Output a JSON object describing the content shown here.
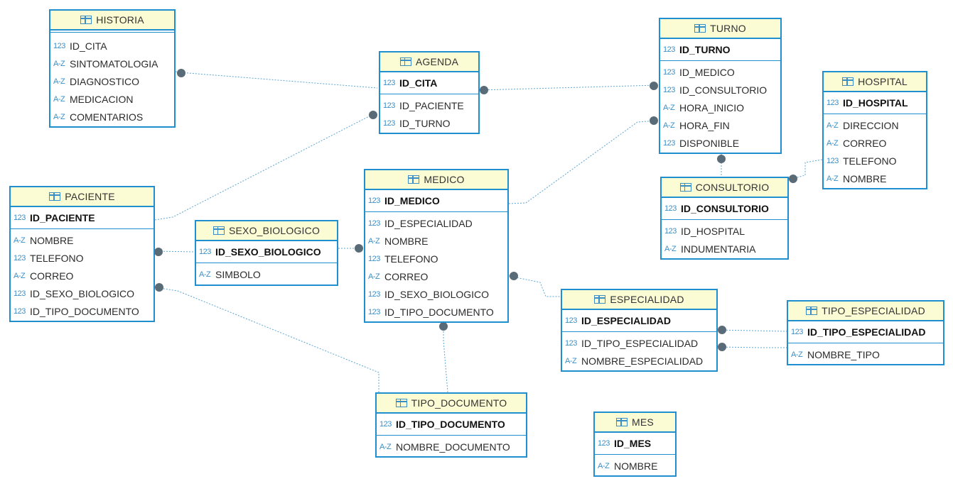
{
  "diagram": {
    "colors": {
      "border": "#1f8fd0",
      "header_bg": "#fbfbd4",
      "link": "#5ba7d3",
      "link_dot": "#5a6b78"
    },
    "type_icons": {
      "number": "123",
      "text": "A-Z"
    },
    "entities": {
      "historia": {
        "title": "HISTORIA",
        "columns": [
          {
            "name": "ID_CITA",
            "type": "number"
          },
          {
            "name": "SINTOMATOLOGIA",
            "type": "text"
          },
          {
            "name": "DIAGNOSTICO",
            "type": "text"
          },
          {
            "name": "MEDICACION",
            "type": "text"
          },
          {
            "name": "COMENTARIOS",
            "type": "text"
          }
        ]
      },
      "agenda": {
        "title": "AGENDA",
        "pk": {
          "name": "ID_CITA",
          "type": "number"
        },
        "columns": [
          {
            "name": "ID_PACIENTE",
            "type": "number"
          },
          {
            "name": "ID_TURNO",
            "type": "number"
          }
        ]
      },
      "turno": {
        "title": "TURNO",
        "pk": {
          "name": "ID_TURNO",
          "type": "number"
        },
        "columns": [
          {
            "name": "ID_MEDICO",
            "type": "number"
          },
          {
            "name": "ID_CONSULTORIO",
            "type": "number"
          },
          {
            "name": "HORA_INICIO",
            "type": "text"
          },
          {
            "name": "HORA_FIN",
            "type": "text"
          },
          {
            "name": "DISPONIBLE",
            "type": "number"
          }
        ]
      },
      "hospital": {
        "title": "HOSPITAL",
        "pk": {
          "name": "ID_HOSPITAL",
          "type": "number"
        },
        "columns": [
          {
            "name": "DIRECCION",
            "type": "text"
          },
          {
            "name": "CORREO",
            "type": "text"
          },
          {
            "name": "TELEFONO",
            "type": "number"
          },
          {
            "name": "NOMBRE",
            "type": "text"
          }
        ]
      },
      "consultorio": {
        "title": "CONSULTORIO",
        "pk": {
          "name": "ID_CONSULTORIO",
          "type": "number"
        },
        "columns": [
          {
            "name": "ID_HOSPITAL",
            "type": "number"
          },
          {
            "name": "INDUMENTARIA",
            "type": "text"
          }
        ]
      },
      "paciente": {
        "title": "PACIENTE",
        "pk": {
          "name": "ID_PACIENTE",
          "type": "number"
        },
        "columns": [
          {
            "name": "NOMBRE",
            "type": "text"
          },
          {
            "name": "TELEFONO",
            "type": "number"
          },
          {
            "name": "CORREO",
            "type": "text"
          },
          {
            "name": "ID_SEXO_BIOLOGICO",
            "type": "number"
          },
          {
            "name": "ID_TIPO_DOCUMENTO",
            "type": "number"
          }
        ]
      },
      "sexo_biologico": {
        "title": "SEXO_BIOLOGICO",
        "pk": {
          "name": "ID_SEXO_BIOLOGICO",
          "type": "number"
        },
        "columns": [
          {
            "name": "SIMBOLO",
            "type": "text"
          }
        ]
      },
      "medico": {
        "title": "MEDICO",
        "pk": {
          "name": "ID_MEDICO",
          "type": "number"
        },
        "columns": [
          {
            "name": "ID_ESPECIALIDAD",
            "type": "number"
          },
          {
            "name": "NOMBRE",
            "type": "text"
          },
          {
            "name": "TELEFONO",
            "type": "number"
          },
          {
            "name": "CORREO",
            "type": "text"
          },
          {
            "name": "ID_SEXO_BIOLOGICO",
            "type": "number"
          },
          {
            "name": "ID_TIPO_DOCUMENTO",
            "type": "number"
          }
        ]
      },
      "especialidad": {
        "title": "ESPECIALIDAD",
        "pk": {
          "name": "ID_ESPECIALIDAD",
          "type": "number"
        },
        "columns": [
          {
            "name": "ID_TIPO_ESPECIALIDAD",
            "type": "number"
          },
          {
            "name": "NOMBRE_ESPECIALIDAD",
            "type": "text"
          }
        ]
      },
      "tipo_especialidad": {
        "title": "TIPO_ESPECIALIDAD",
        "pk": {
          "name": "ID_TIPO_ESPECIALIDAD",
          "type": "number"
        },
        "columns": [
          {
            "name": "NOMBRE_TIPO",
            "type": "text"
          }
        ]
      },
      "tipo_documento": {
        "title": "TIPO_DOCUMENTO",
        "pk": {
          "name": "ID_TIPO_DOCUMENTO",
          "type": "number"
        },
        "columns": [
          {
            "name": "NOMBRE_DOCUMENTO",
            "type": "text"
          }
        ]
      },
      "mes": {
        "title": "MES",
        "pk": {
          "name": "ID_MES",
          "type": "number"
        },
        "columns": [
          {
            "name": "NOMBRE",
            "type": "text"
          }
        ]
      }
    },
    "relationships": [
      {
        "from": "historia",
        "to": "agenda"
      },
      {
        "from": "agenda",
        "to": "turno"
      },
      {
        "from": "paciente",
        "to": "agenda"
      },
      {
        "from": "medico",
        "to": "turno"
      },
      {
        "from": "turno",
        "to": "consultorio"
      },
      {
        "from": "consultorio",
        "to": "hospital"
      },
      {
        "from": "paciente",
        "to": "sexo_biologico"
      },
      {
        "from": "sexo_biologico",
        "to": "medico"
      },
      {
        "from": "paciente",
        "to": "tipo_documento"
      },
      {
        "from": "medico",
        "to": "tipo_documento"
      },
      {
        "from": "medico",
        "to": "especialidad"
      },
      {
        "from": "especialidad",
        "to": "tipo_especialidad"
      },
      {
        "from": "especialidad",
        "to": "tipo_especialidad"
      }
    ]
  }
}
